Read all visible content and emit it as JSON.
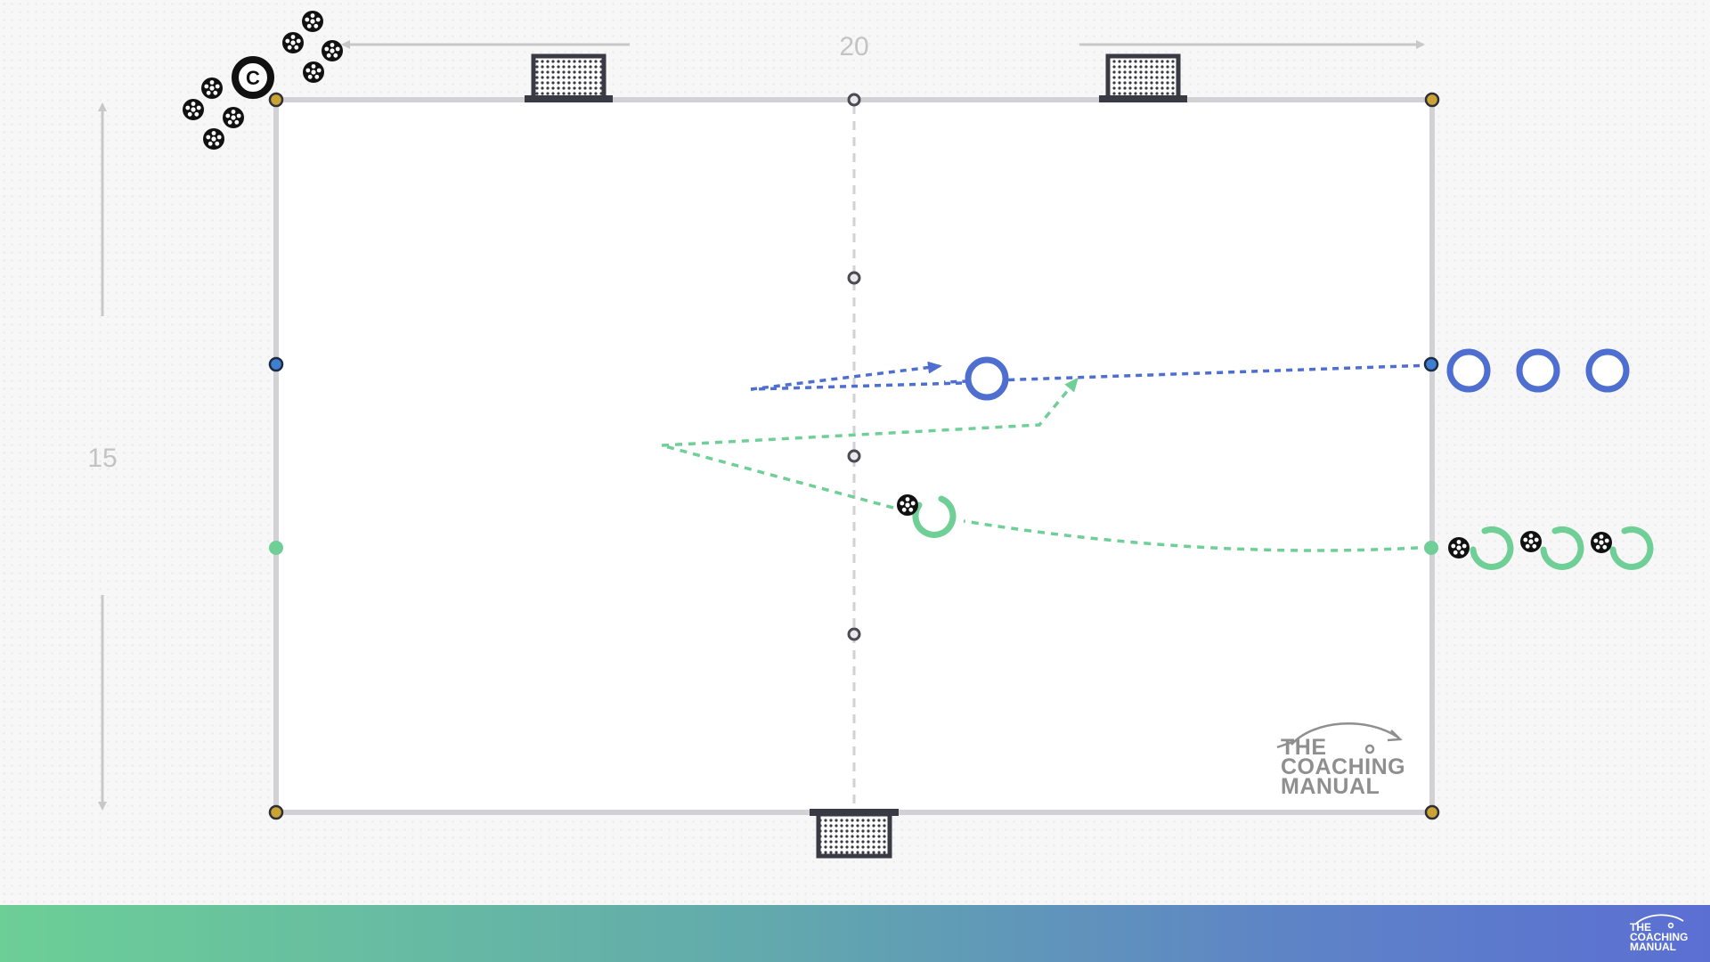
{
  "dimensions": {
    "width_label": "20",
    "length_label": "15"
  },
  "coach": {
    "label": "C"
  },
  "brand": {
    "watermark_lines": [
      "THE",
      "COACHING",
      "MANUAL"
    ],
    "footer_logo_lines": [
      "THE",
      "COACHING",
      "MANUAL"
    ]
  },
  "colors": {
    "pitch_line": "#d2d2d5",
    "cone_yellow": "#c9a435",
    "cone_blue": "#3e7fd0",
    "cone_green": "#6fcf97",
    "team_blue": "#4f6fd0",
    "team_green": "#6fcf97",
    "goal": "#3a3a44",
    "ball": "#111111",
    "footer_gradient": [
      "#6ccf96",
      "#5b6fd3"
    ]
  }
}
